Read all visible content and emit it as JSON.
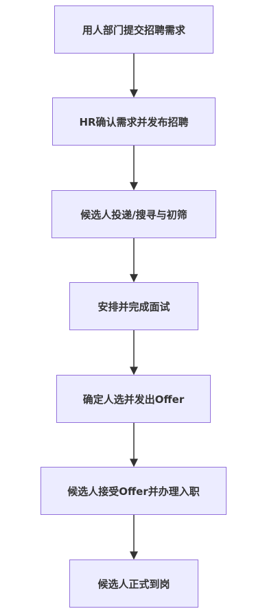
{
  "diagram": {
    "type": "flowchart",
    "direction": "top-to-bottom",
    "colors": {
      "node_fill": "#ececff",
      "node_border": "#9370db",
      "text": "#333333",
      "edge": "#333333"
    },
    "nodes": [
      {
        "id": "n1",
        "label": "用人部门提交招聘需求"
      },
      {
        "id": "n2",
        "label": "HR确认需求并发布招聘"
      },
      {
        "id": "n3",
        "label": "候选人投递/搜寻与初筛"
      },
      {
        "id": "n4",
        "label": "安排并完成面试"
      },
      {
        "id": "n5",
        "label": "确定人选并发出Offer"
      },
      {
        "id": "n6",
        "label": "候选人接受Offer并办理入职"
      },
      {
        "id": "n7",
        "label": "候选人正式到岗"
      }
    ],
    "edges": [
      {
        "from": "n1",
        "to": "n2"
      },
      {
        "from": "n2",
        "to": "n3"
      },
      {
        "from": "n3",
        "to": "n4"
      },
      {
        "from": "n4",
        "to": "n5"
      },
      {
        "from": "n5",
        "to": "n6"
      },
      {
        "from": "n6",
        "to": "n7"
      }
    ]
  }
}
